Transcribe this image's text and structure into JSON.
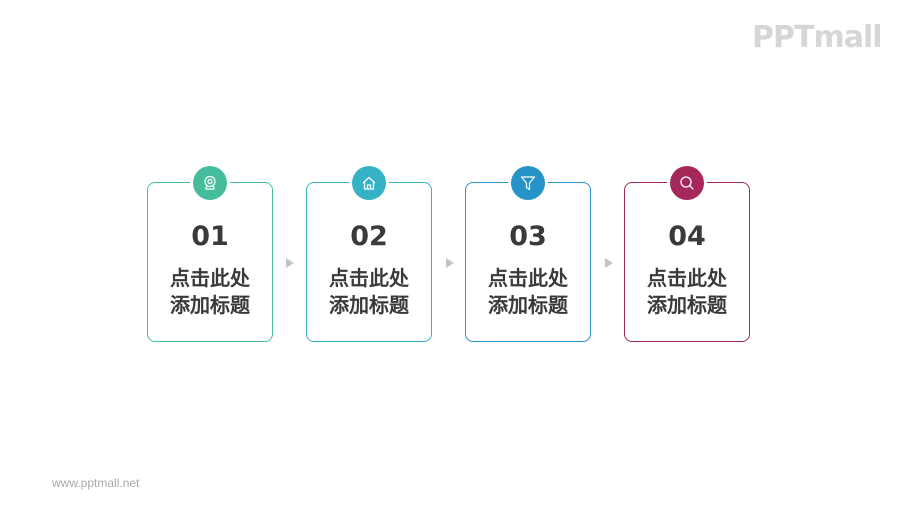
{
  "logo": {
    "text": "PPTmall"
  },
  "footer": {
    "url": "www.pptmall.net"
  },
  "steps": [
    {
      "number": "01",
      "title_line1": "点击此处",
      "title_line2": "添加标题",
      "icon": "webcam-icon",
      "color": "#45bd9c"
    },
    {
      "number": "02",
      "title_line1": "点击此处",
      "title_line2": "添加标题",
      "icon": "home-icon",
      "color": "#36b2c6"
    },
    {
      "number": "03",
      "title_line1": "点击此处",
      "title_line2": "添加标题",
      "icon": "funnel-icon",
      "color": "#2693c8"
    },
    {
      "number": "04",
      "title_line1": "点击此处",
      "title_line2": "添加标题",
      "icon": "search-icon",
      "color": "#a6285a"
    }
  ],
  "arrow_color": "#c4c4c4"
}
